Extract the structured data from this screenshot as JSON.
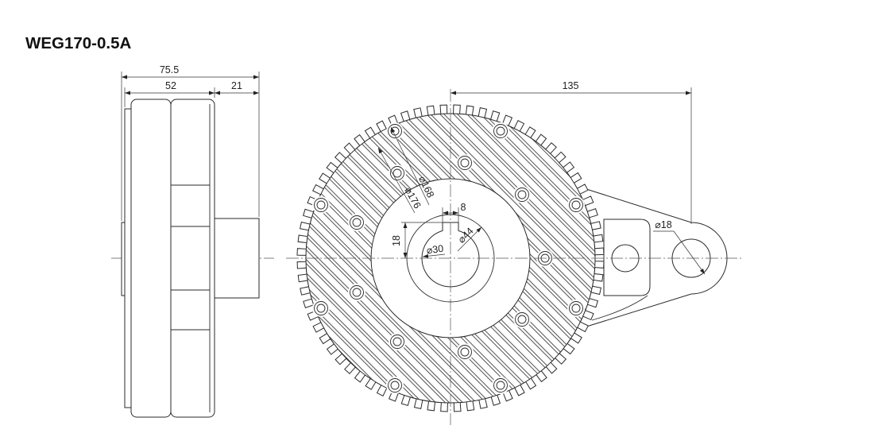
{
  "title": "WEG170-0.5A",
  "side_view": {
    "overall_length": "75.5",
    "body_length": "52",
    "hub_length": "21"
  },
  "front_view": {
    "arm_distance": "135",
    "rim_diameter_a": "⌀168",
    "rim_diameter_b": "⌀176",
    "keyway_width": "8",
    "keyway_height": "18",
    "bore_diameter": "⌀30",
    "hub_diameter": "⌀44",
    "arm_hole_diameter": "⌀18"
  }
}
